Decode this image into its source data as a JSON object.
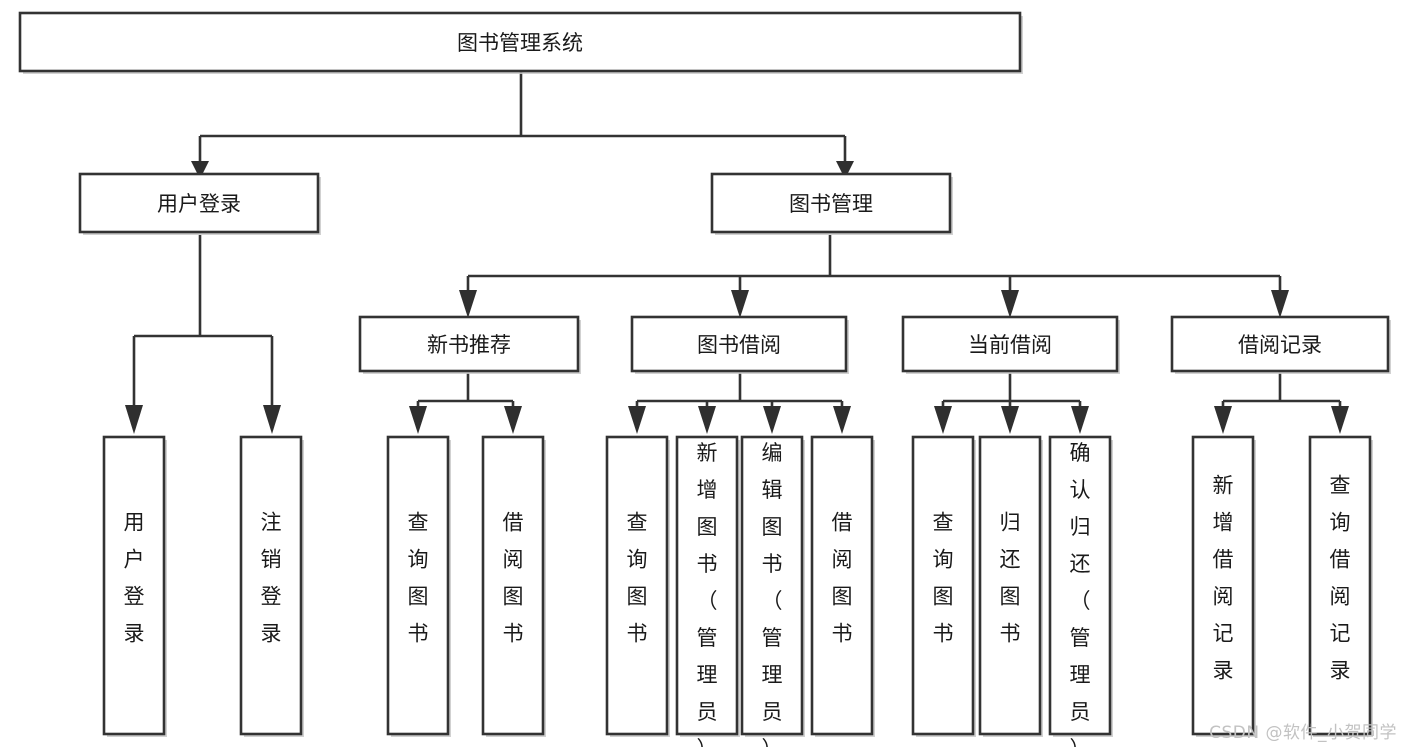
{
  "diagram": {
    "type": "tree-hierarchy",
    "title": "图书管理系统",
    "watermark": "CSDN @软件_小贺同学",
    "colors": {
      "background": "#ffffff",
      "box_stroke": "#333333",
      "connector": "#333333",
      "arrow": "#2f2f2f",
      "text": "#1a1a1a",
      "watermark": "#c2c2c2"
    },
    "levels": {
      "level1": [
        {
          "id": "root",
          "label": "图书管理系统",
          "orientation": "horizontal"
        }
      ],
      "level2": [
        {
          "id": "login",
          "label": "用户登录",
          "orientation": "horizontal",
          "parent": "root"
        },
        {
          "id": "bookmgmt",
          "label": "图书管理",
          "orientation": "horizontal",
          "parent": "root"
        }
      ],
      "level3": [
        {
          "id": "newbook",
          "label": "新书推荐",
          "orientation": "horizontal",
          "parent": "bookmgmt"
        },
        {
          "id": "borrow",
          "label": "图书借阅",
          "orientation": "horizontal",
          "parent": "bookmgmt"
        },
        {
          "id": "current",
          "label": "当前借阅",
          "orientation": "horizontal",
          "parent": "bookmgmt"
        },
        {
          "id": "record",
          "label": "借阅记录",
          "orientation": "horizontal",
          "parent": "bookmgmt"
        }
      ],
      "level4": [
        {
          "id": "leaf-1",
          "label": "用户登录",
          "orientation": "vertical",
          "parent": "login"
        },
        {
          "id": "leaf-2",
          "label": "注销登录",
          "orientation": "vertical",
          "parent": "login"
        },
        {
          "id": "leaf-3",
          "label": "查询图书",
          "orientation": "vertical",
          "parent": "newbook"
        },
        {
          "id": "leaf-4",
          "label": "借阅图书",
          "orientation": "vertical",
          "parent": "newbook"
        },
        {
          "id": "leaf-5",
          "label": "查询图书",
          "orientation": "vertical",
          "parent": "borrow"
        },
        {
          "id": "leaf-6",
          "label": "新增图书（管理员）",
          "orientation": "vertical",
          "parent": "borrow"
        },
        {
          "id": "leaf-7",
          "label": "编辑图书（管理员）",
          "orientation": "vertical",
          "parent": "borrow"
        },
        {
          "id": "leaf-8",
          "label": "借阅图书",
          "orientation": "vertical",
          "parent": "borrow"
        },
        {
          "id": "leaf-9",
          "label": "查询图书",
          "orientation": "vertical",
          "parent": "current"
        },
        {
          "id": "leaf-10",
          "label": "归还图书",
          "orientation": "vertical",
          "parent": "current"
        },
        {
          "id": "leaf-11",
          "label": "确认归还（管理员）",
          "orientation": "vertical",
          "parent": "current"
        },
        {
          "id": "leaf-12",
          "label": "新增借阅记录",
          "orientation": "vertical",
          "parent": "record"
        },
        {
          "id": "leaf-13",
          "label": "查询借阅记录",
          "orientation": "vertical",
          "parent": "record"
        }
      ]
    }
  }
}
